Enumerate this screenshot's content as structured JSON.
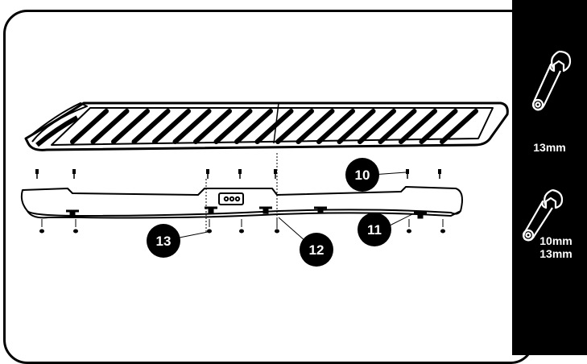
{
  "tools": [
    {
      "icon": "wrench-icon",
      "size_label": "13mm"
    },
    {
      "icon": "wrench-icon",
      "size_lines": [
        "10mm",
        "13mm"
      ]
    }
  ],
  "callouts": [
    {
      "id": "10"
    },
    {
      "id": "11"
    },
    {
      "id": "12"
    },
    {
      "id": "13"
    }
  ],
  "colors": {
    "panel": "#000000",
    "line": "#000000",
    "background": "#ffffff",
    "label": "#ffffff"
  }
}
